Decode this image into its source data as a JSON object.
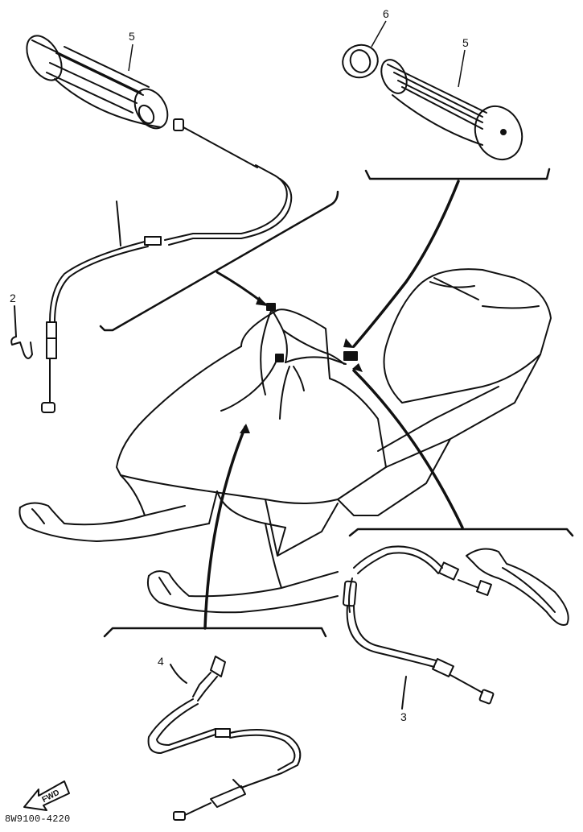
{
  "callouts": {
    "grip_left": "5",
    "grip_right": "5",
    "ring": "6",
    "clip": "2",
    "choke_cable": "4",
    "brake_cable": "3"
  },
  "fwd_label": "FWD",
  "drawing_code": "8W9100-4220"
}
